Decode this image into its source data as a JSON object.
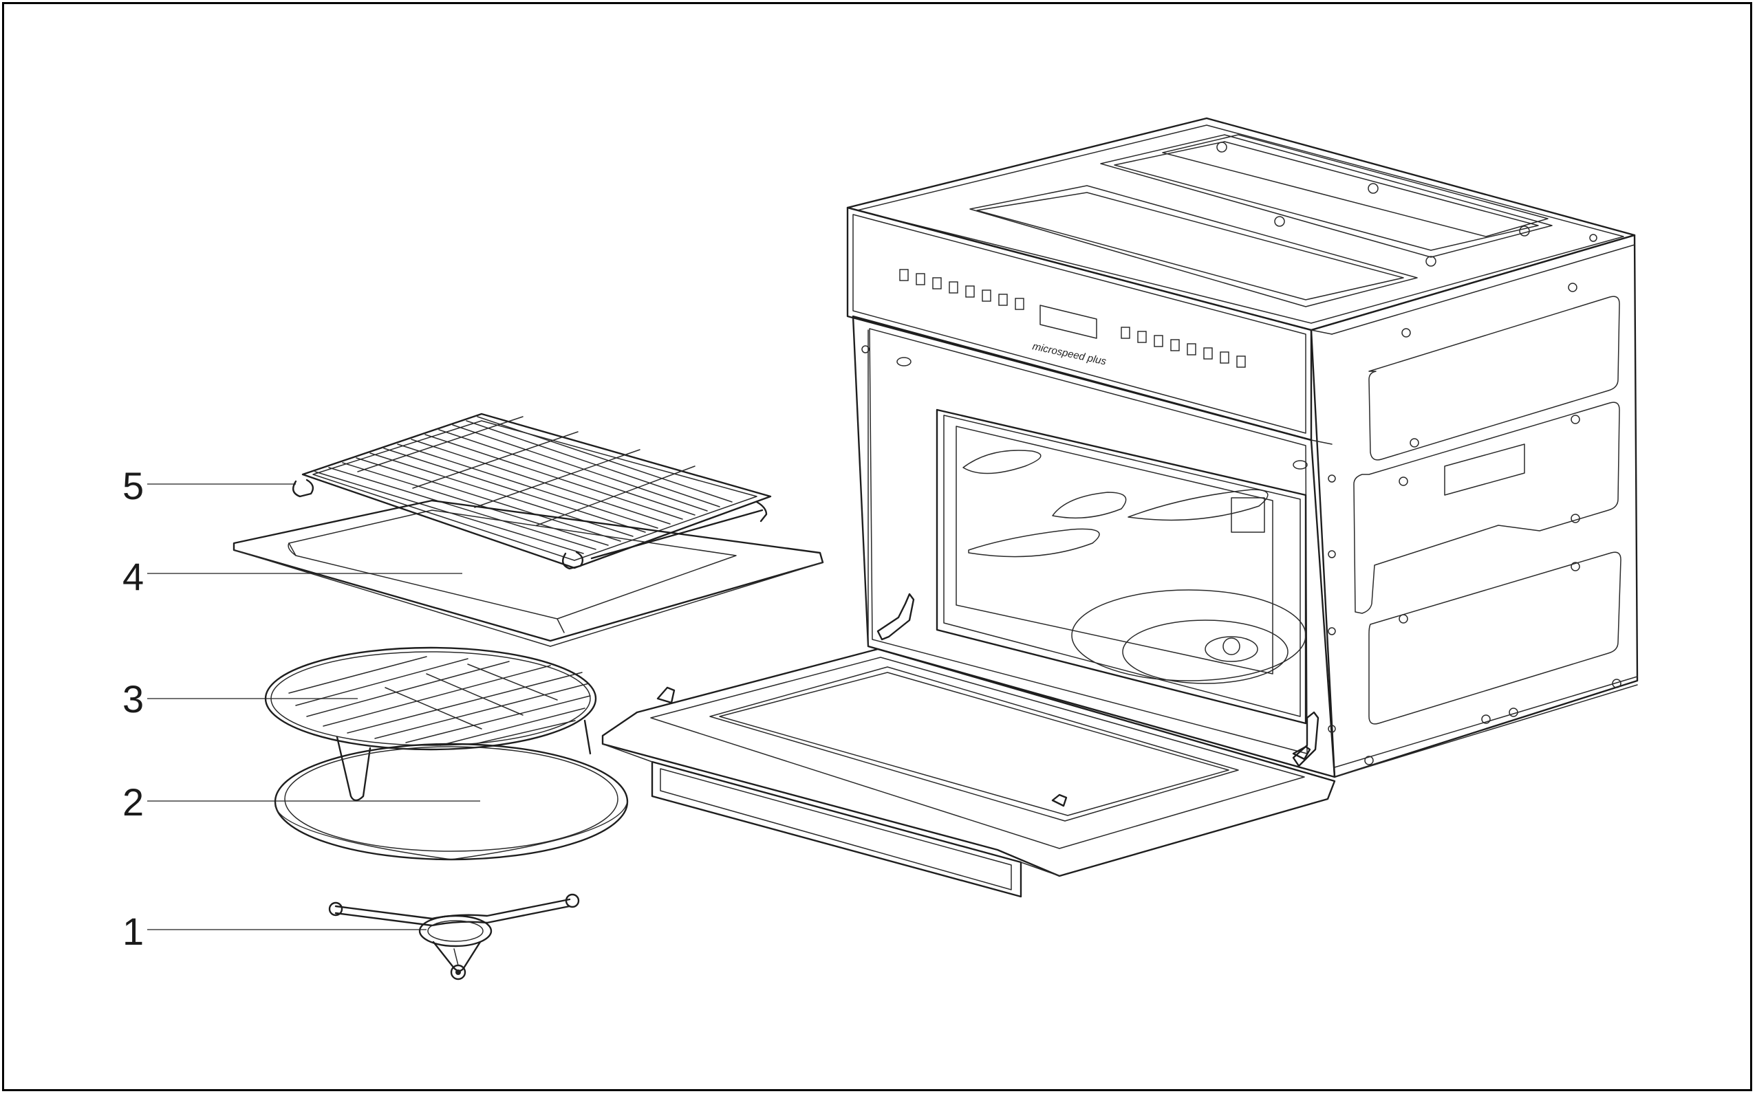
{
  "diagram": {
    "callouts": [
      {
        "id": "5",
        "label": "5"
      },
      {
        "id": "4",
        "label": "4"
      },
      {
        "id": "3",
        "label": "3"
      },
      {
        "id": "2",
        "label": "2"
      },
      {
        "id": "1",
        "label": "1"
      }
    ],
    "oven_brand_text": "microspeed plus"
  }
}
